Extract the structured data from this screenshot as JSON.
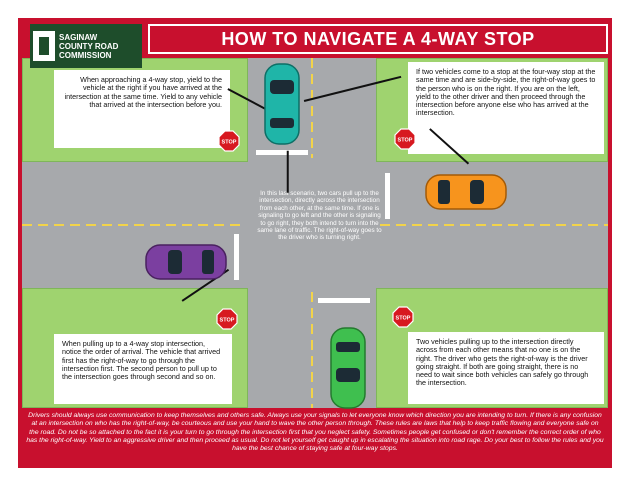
{
  "title": "HOW TO NAVIGATE A 4-WAY STOP",
  "logo": {
    "line1": "SAGINAW",
    "line2": "COUNTY ROAD",
    "line3": "COMMISSION"
  },
  "stop_label": "STOP",
  "notes": {
    "top_left": "When approaching a 4-way stop, yield to the vehicle at the right if you have arrived at the intersection at the same time. Yield to any vehicle that arrived at the intersection before you.",
    "top_right": "If two vehicles come to a stop at the four-way stop at the same time and are side-by-side, the right-of-way goes to the person who is on the right. If you are on the left, yield to the other driver and then proceed through the intersection before anyone else who has arrived at the intersection.",
    "center": "In this last scenario, two cars pull up to the intersection, directly across the intersection from each other, at the same time. If one is signaling to go left and the other is signaling to go right, they both intend to turn into the same lane of traffic. The right-of-way goes to the driver who is turning right.",
    "bottom_left": "When pulling up to a 4-way stop intersection, notice the order of arrival. The vehicle that arrived first has the right-of-way to go through the intersection first. The second person to pull up to the intersection goes through second and so on.",
    "bottom_right": "Two vehicles pulling up to the intersection directly across from each other means that no one is on the right. The driver who gets the right-of-way is the driver going straight. If both are going straight, there is no need to wait since both vehicles can safely go through the intersection."
  },
  "footer": "Drivers should always use communication to keep themselves and others safe. Always use your signals to let everyone know which direction you are intending to turn. If there is any confusion at an intersection on who has the right-of-way, be courteous and use your hand to wave the other person through. These rules are laws that help to keep traffic flowing and everyone safe on the road. Do not be so attached to the fact it is your turn to go through the intersection first that you neglect safety. Sometimes people get confused or don't remember the correct order of who has the right-of-way. Yield to an aggressive driver and then proceed as usual. Do not let yourself get caught up in escalating the situation into road rage. Do your best to follow the rules and you have the best chance of staying safe at four-way stops.",
  "colors": {
    "frame": "#c8102e",
    "grass": "#9fd36f",
    "road": "#a7a9ac",
    "teal_car": "#1fb5a8",
    "orange_car": "#f7941d",
    "purple_car": "#7b3fa0",
    "green_car": "#3fbf4f"
  },
  "icons": [
    "stop-sign-icon",
    "logo-icon",
    "car-icon"
  ]
}
